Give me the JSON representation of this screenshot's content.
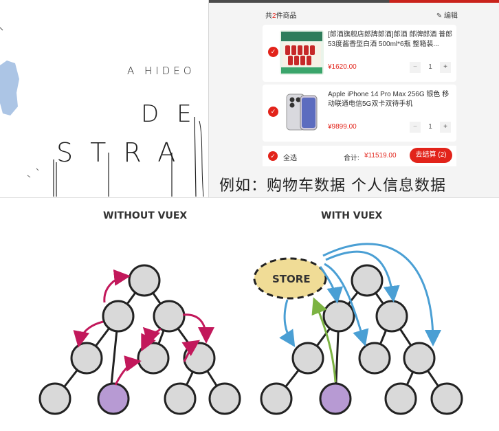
{
  "poster": {
    "line1": "A HIDEO",
    "line2": "DE",
    "line3": "STRA"
  },
  "cart": {
    "header_prefix": "共",
    "header_count": "2",
    "header_suffix": "件商品",
    "edit_label": "编辑",
    "items": [
      {
        "title": "[郎酒旗舰店郎牌郎酒]郎酒 郎牌郎酒 普郎 53度酱香型白酒 500ml*6瓶 整箱装...",
        "price": "¥1620.00",
        "qty": "1"
      },
      {
        "title": "Apple iPhone 14 Pro Max 256G 银色 移动联通电信5G双卡双待手机",
        "price": "¥9899.00",
        "qty": "1"
      }
    ],
    "stepper_minus": "−",
    "stepper_plus": "+",
    "select_all": "全选",
    "total_label": "合计:",
    "total_value": "¥11519.00",
    "checkout_label": "去结算 (2)"
  },
  "caption": "例如：购物车数据  个人信息数据",
  "diagram": {
    "title_without": "WITHOUT VUEX",
    "title_with": "WITH VUEX",
    "store_label": "STORE"
  },
  "colors": {
    "accent_red": "#e2231a",
    "arrow_magenta": "#c2185b",
    "arrow_blue": "#4a9fd4",
    "arrow_green": "#7cb342",
    "node_purple": "#b79ad3",
    "store_yellow": "#f0dc96"
  }
}
